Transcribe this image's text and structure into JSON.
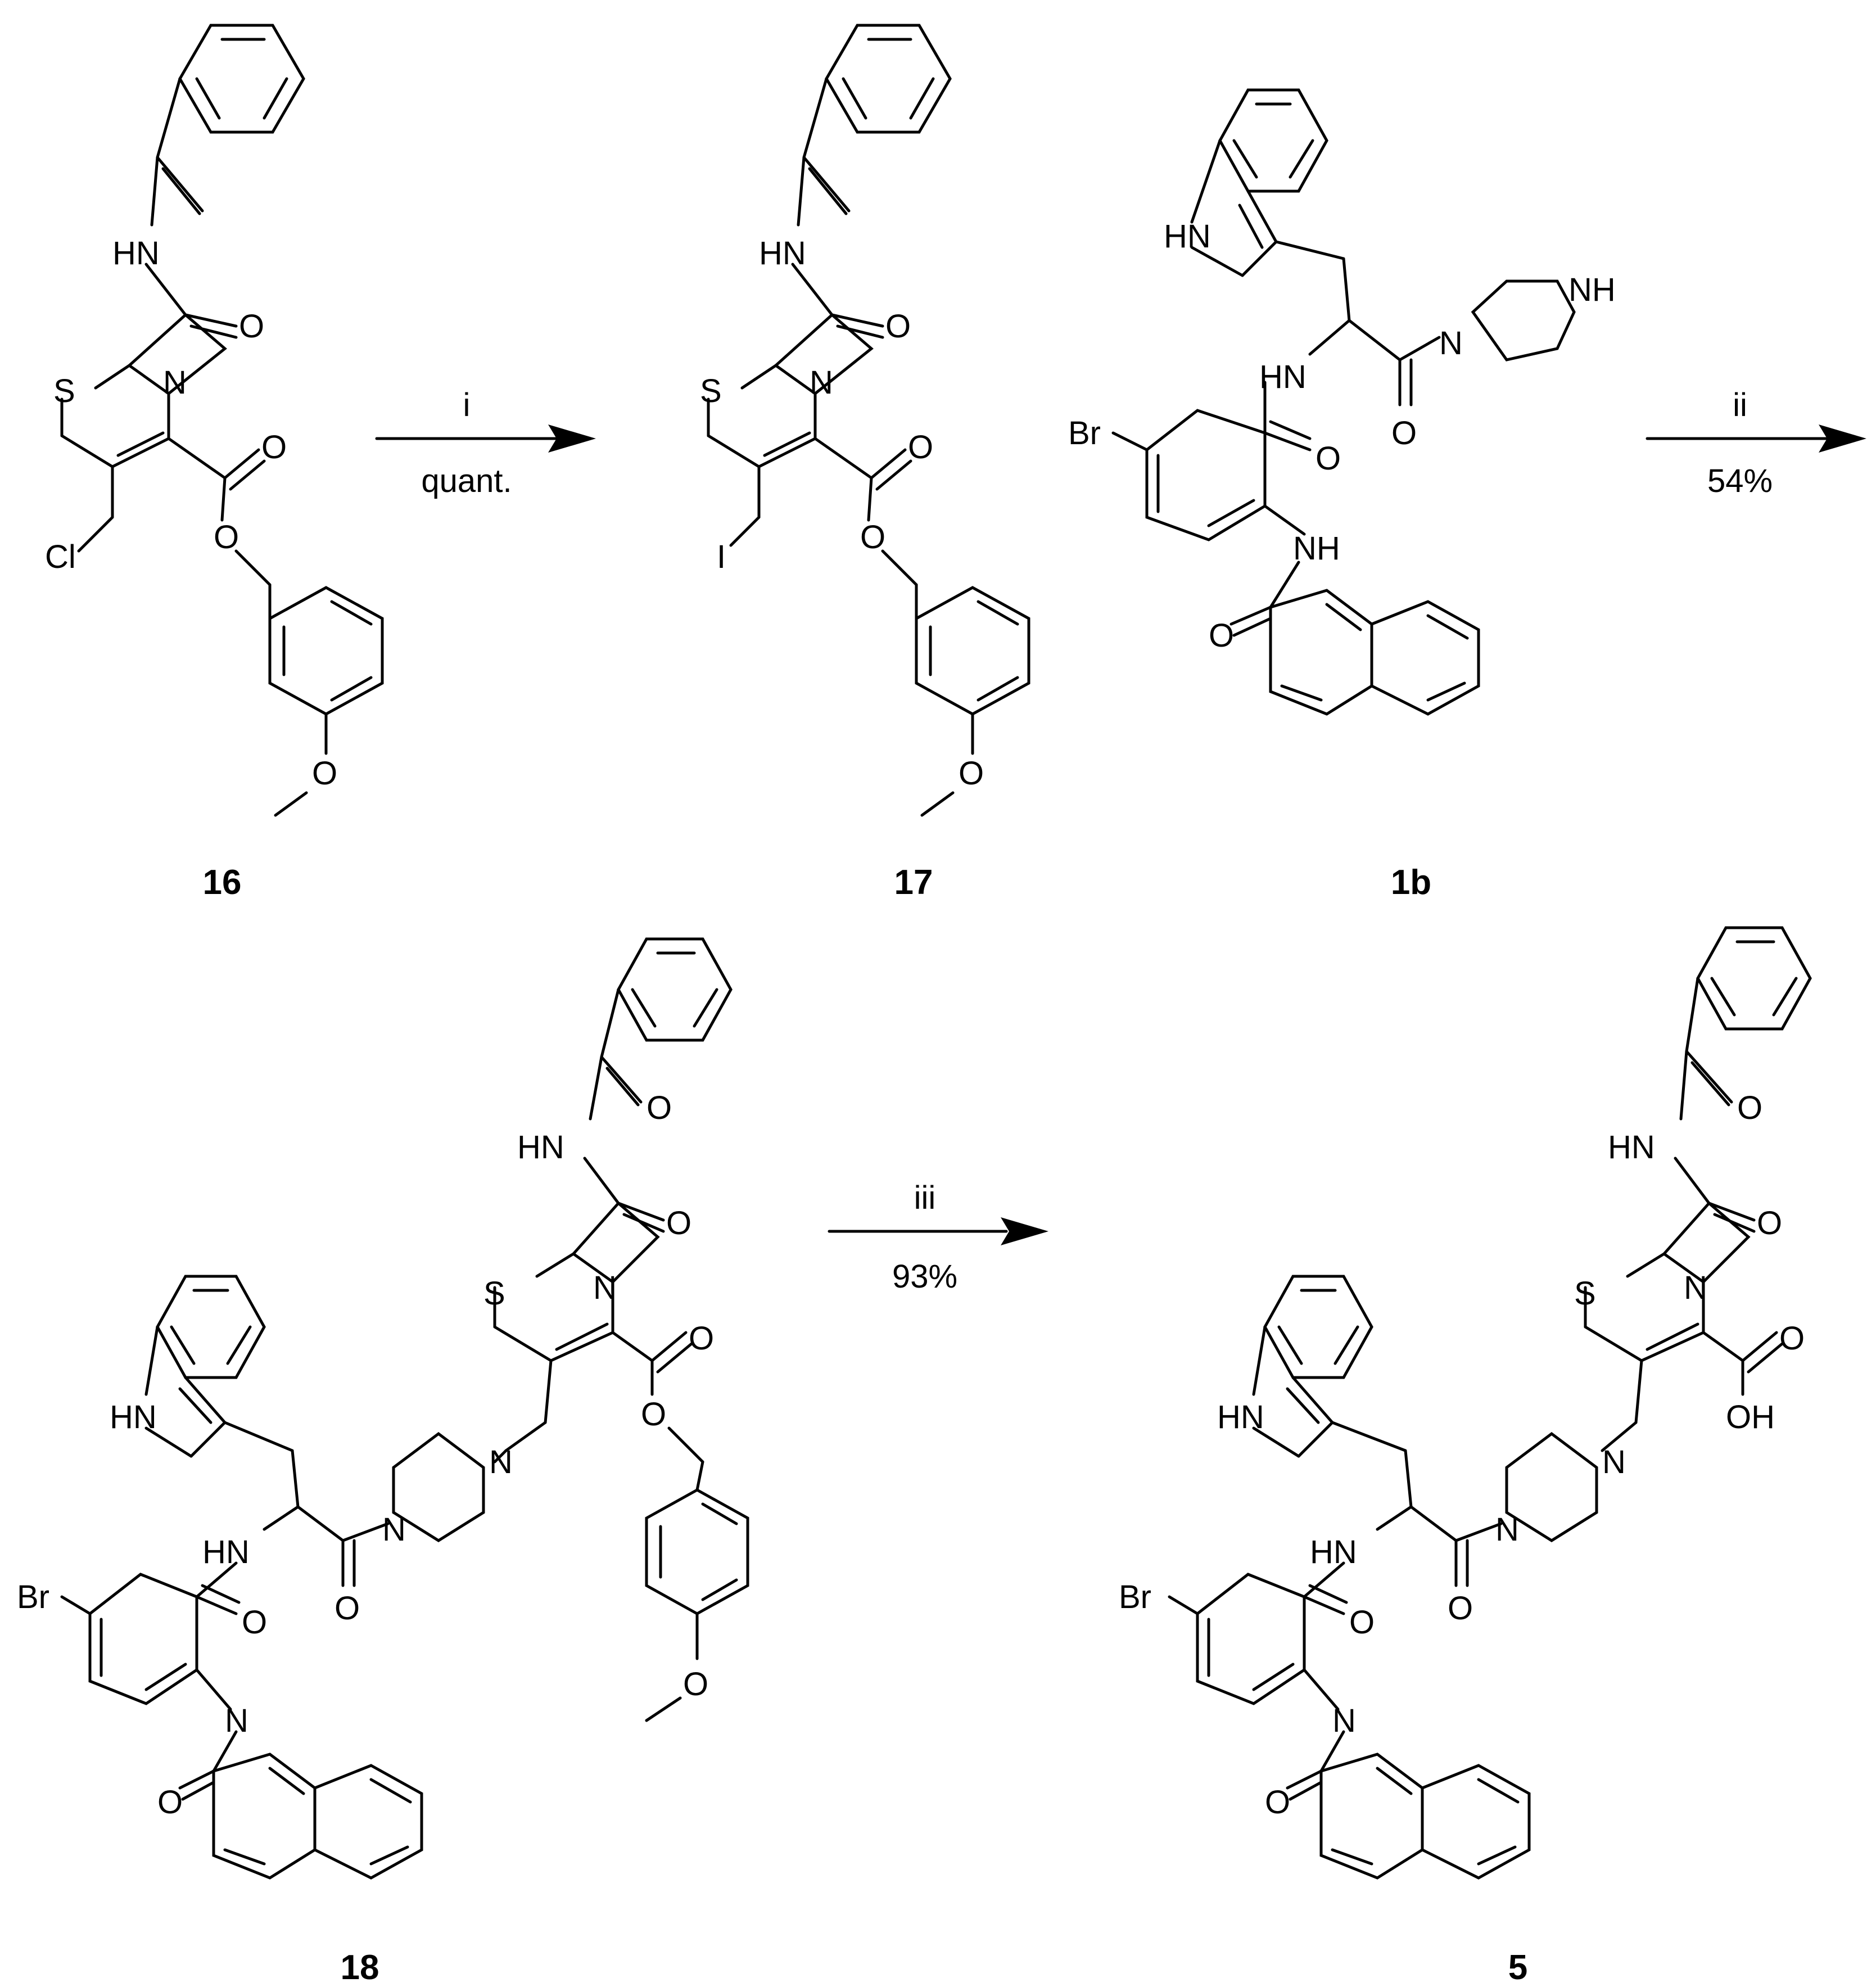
{
  "compounds": [
    {
      "label": "16"
    },
    {
      "label": "17"
    },
    {
      "label": "1b"
    },
    {
      "label": "18"
    },
    {
      "label": "5"
    }
  ],
  "steps": [
    {
      "reagent": "i",
      "yield": "quant."
    },
    {
      "reagent": "ii",
      "yield": "54%"
    },
    {
      "reagent": "iii",
      "yield": "93%"
    }
  ],
  "atoms": {
    "hn": "HN",
    "nh": "NH",
    "o": "O",
    "n": "N",
    "s": "S",
    "cl": "Cl",
    "i": "I",
    "br": "Br",
    "oh": "OH"
  }
}
